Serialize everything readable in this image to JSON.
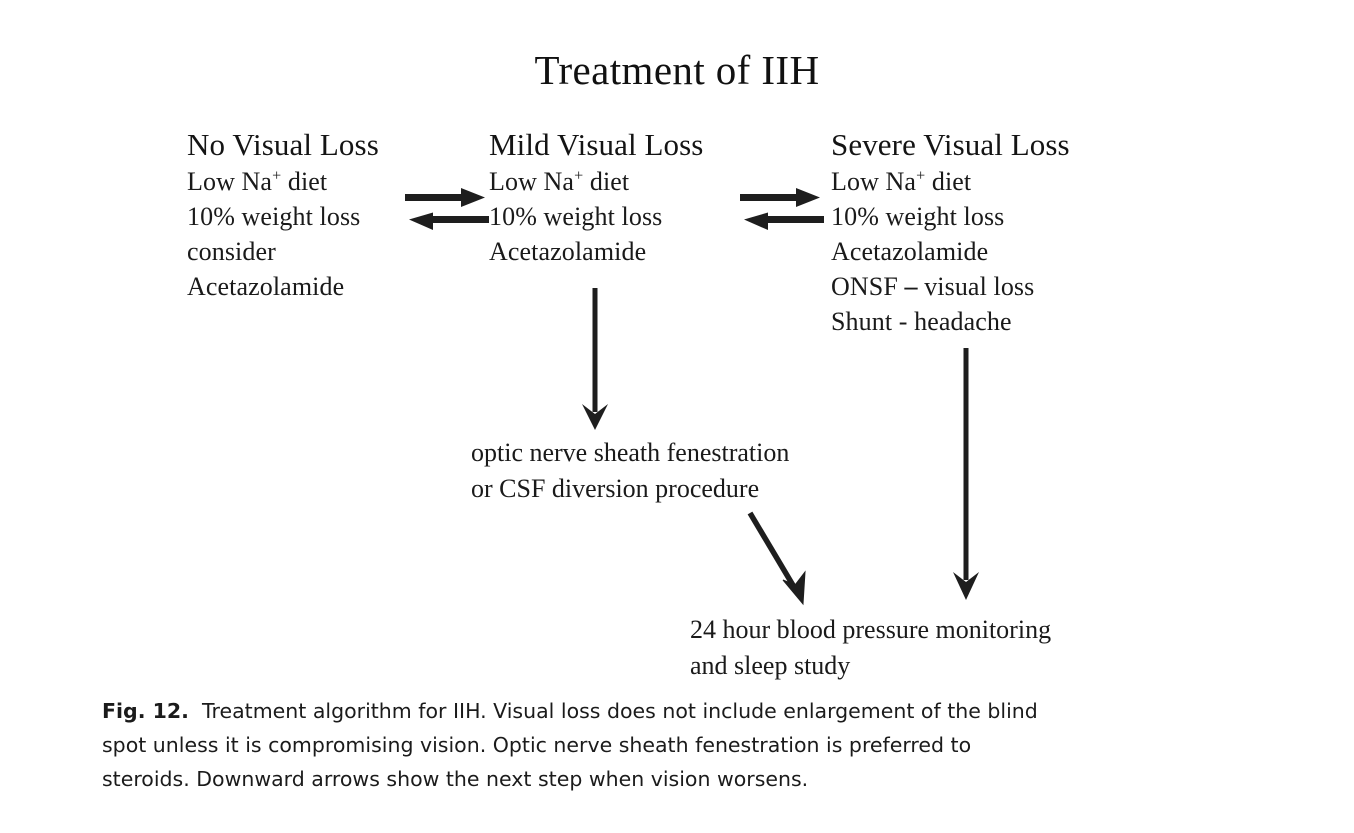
{
  "figure": {
    "title": "Treatment of IIH",
    "columns": [
      {
        "id": "no-visual-loss",
        "heading": "No Visual Loss",
        "lines": [
          {
            "pre": "Low Na",
            "sup": "+",
            "post": " diet"
          },
          {
            "pre": "10% weight loss"
          },
          {
            "pre": "consider"
          },
          {
            "pre": "Acetazolamide"
          }
        ]
      },
      {
        "id": "mild-visual-loss",
        "heading": "Mild Visual Loss",
        "lines": [
          {
            "pre": "Low Na",
            "sup": "+",
            "post": " diet"
          },
          {
            "pre": "10% weight loss"
          },
          {
            "pre": "Acetazolamide"
          }
        ]
      },
      {
        "id": "severe-visual-loss",
        "heading": "Severe Visual Loss",
        "lines": [
          {
            "pre": "Low Na",
            "sup": "+",
            "post": " diet"
          },
          {
            "pre": "10% weight loss"
          },
          {
            "pre": "Acetazolamide"
          },
          {
            "pre": "ONSF ",
            "dash": "–",
            "post": " visual loss"
          },
          {
            "pre": "Shunt - headache"
          }
        ]
      }
    ],
    "blocks": [
      {
        "id": "onsf-csf",
        "lines": [
          "optic nerve sheath fenestration",
          "or CSF diversion procedure"
        ]
      },
      {
        "id": "bp-sleep",
        "lines": [
          "24 hour blood pressure monitoring",
          "and sleep study"
        ]
      }
    ],
    "arrows": [
      {
        "name": "bidirectional-arrow-no-to-mild",
        "type": "bidirectional-horizontal"
      },
      {
        "name": "bidirectional-arrow-mild-to-severe",
        "type": "bidirectional-horizontal"
      },
      {
        "name": "down-arrow-mild-to-onsf",
        "type": "down"
      },
      {
        "name": "down-arrow-severe-to-bp",
        "type": "down"
      },
      {
        "name": "diagonal-arrow-onsf-to-bp",
        "type": "diagonal-down-right"
      }
    ],
    "colors": {
      "ink": "#1a1a1a",
      "arrow": "#1e1e1e",
      "background": "#ffffff"
    }
  },
  "caption": {
    "label": "Fig. 12.",
    "line1": "Treatment algorithm for IIH. Visual loss does not include enlargement of the blind",
    "line2": "spot unless it is compromising vision. Optic nerve sheath fenestration is preferred to",
    "line3": "steroids. Downward arrows show the next step when vision worsens.",
    "full": "Fig. 12. Treatment algorithm for IIH. Visual loss does not include enlargement of the blind spot unless it is compromising vision. Optic nerve sheath fenestration is preferred to steroids. Downward arrows show the next step when vision worsens."
  }
}
